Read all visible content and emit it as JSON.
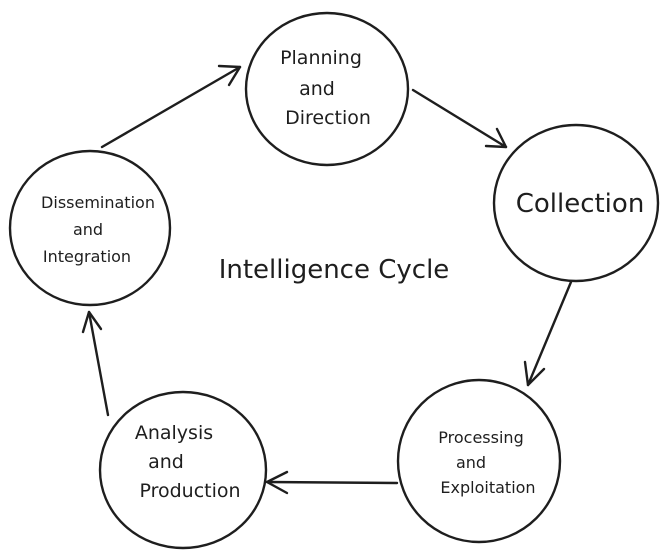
{
  "diagram": {
    "title": "Intelligence Cycle",
    "nodes": {
      "planning": [
        "Planning",
        "and",
        "Direction"
      ],
      "collection": [
        "Collection"
      ],
      "processing": [
        "Processing",
        "and",
        "Exploitation"
      ],
      "analysis": [
        "Analysis",
        "and",
        "Production"
      ],
      "dissemination": [
        "Dissemination",
        "and",
        "Integration"
      ]
    },
    "edges": [
      {
        "from": "planning",
        "to": "collection"
      },
      {
        "from": "collection",
        "to": "processing"
      },
      {
        "from": "processing",
        "to": "analysis"
      },
      {
        "from": "analysis",
        "to": "dissemination"
      },
      {
        "from": "dissemination",
        "to": "planning"
      }
    ],
    "colors": {
      "stroke": "#1e1e1e",
      "background": "#ffffff"
    }
  }
}
